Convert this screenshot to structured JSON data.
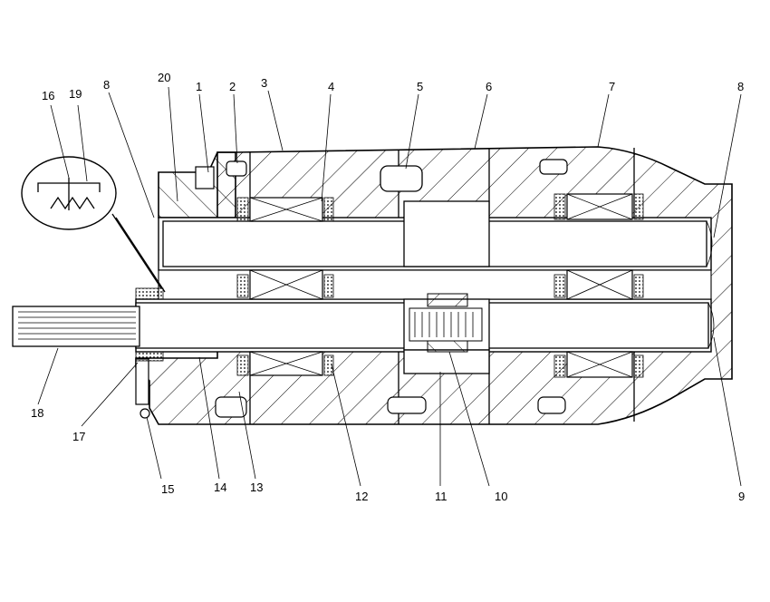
{
  "diagram": {
    "type": "sectional-assembly-drawing",
    "callouts": [
      "16",
      "19",
      "8",
      "20",
      "1",
      "2",
      "3",
      "4",
      "5",
      "6",
      "7",
      "8",
      "9",
      "10",
      "11",
      "12",
      "13",
      "14",
      "15",
      "17",
      "18"
    ]
  },
  "colors": {
    "line": "#000000",
    "background": "#ffffff",
    "hatch": "#000000"
  }
}
